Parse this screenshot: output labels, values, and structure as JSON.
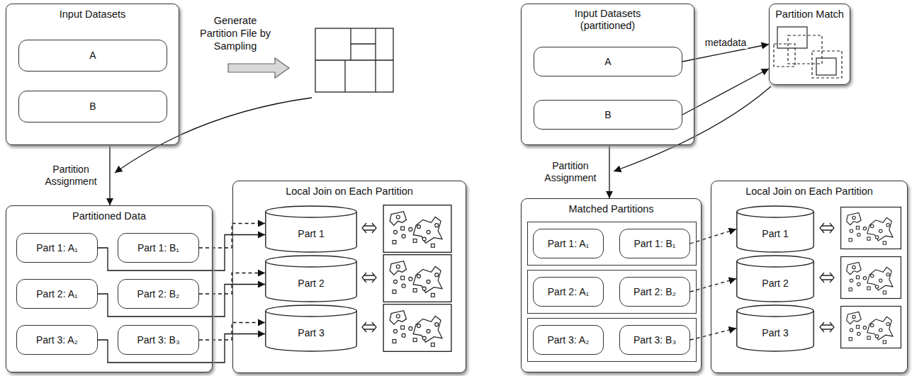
{
  "diagram": {
    "nodes": [
      {
        "text": [
          "Input Datasets"
        ]
      },
      {
        "text": [
          "A"
        ],
        "in": 0
      },
      {
        "text": [
          "B"
        ],
        "in": 0
      },
      {
        "text": [
          "Partitioned Data"
        ]
      },
      {
        "text": [
          "Part 1: A₁"
        ],
        "in": 3
      },
      {
        "text": [
          "Part 1: B₁"
        ],
        "in": 3
      },
      {
        "text": [
          "Part 2: A₁"
        ],
        "in": 3
      },
      {
        "text": [
          "Part 2: B₂"
        ],
        "in": 3
      },
      {
        "text": [
          "Part 3: A₂"
        ],
        "in": 3
      },
      {
        "text": [
          "Part 3: B₃"
        ],
        "in": 3
      },
      {
        "text": [
          "Local Join on Each Partition"
        ]
      },
      {
        "text": [
          "Part 1"
        ],
        "in": 10
      },
      {
        "text": [
          "Part 2"
        ],
        "in": 10
      },
      {
        "text": [
          "Part 3"
        ],
        "in": 10
      },
      {
        "text": [
          "Input Datasets (partitioned)"
        ]
      },
      {
        "text": [
          "A"
        ],
        "in": 14
      },
      {
        "text": [
          "B"
        ],
        "in": 14
      },
      {
        "text": [
          "Partition Match"
        ]
      },
      {
        "text": [
          "Matched Partitions"
        ]
      },
      {
        "text": [
          "Part 1: A₁"
        ],
        "in": 18
      },
      {
        "text": [
          "Part 1: B₁"
        ],
        "in": 18
      },
      {
        "text": [
          "Part 2: A₁"
        ],
        "in": 18
      },
      {
        "text": [
          "Part 2: B₂"
        ],
        "in": 18
      },
      {
        "text": [
          "Part 3: A₂"
        ],
        "in": 18
      },
      {
        "text": [
          "Part 3: B₃"
        ],
        "in": 18
      },
      {
        "text": [
          "Local Join on Each Partition"
        ]
      },
      {
        "text": [
          "Part 1"
        ],
        "in": 25
      },
      {
        "text": [
          "Part 2"
        ],
        "in": 25
      },
      {
        "text": [
          "Part 3"
        ],
        "in": 25
      }
    ],
    "edges": [
      {
        "from": 0,
        "to": 3,
        "label": "Partition Assignment",
        "arrow": "to"
      },
      {
        "from": 4,
        "to": 11,
        "arrow": "to"
      },
      {
        "from": 5,
        "to": 11,
        "arrow": "to"
      },
      {
        "from": 6,
        "to": 12,
        "arrow": "to"
      },
      {
        "from": 7,
        "to": 12,
        "arrow": "to"
      },
      {
        "from": 8,
        "to": 13,
        "arrow": "to"
      },
      {
        "from": 9,
        "to": 13,
        "arrow": "to"
      },
      {
        "from": 15,
        "to": 17,
        "label": "metadata",
        "arrow": "to"
      },
      {
        "from": 16,
        "to": 17,
        "arrow": "to"
      },
      {
        "from": 14,
        "to": 18,
        "label": "Partition Assignment",
        "arrow": "to"
      },
      {
        "from": 20,
        "to": 26,
        "arrow": "to"
      },
      {
        "from": 22,
        "to": 27,
        "arrow": "to"
      },
      {
        "from": 24,
        "to": 28,
        "arrow": "to"
      }
    ],
    "labels": [
      "Generate Partition File by Sampling"
    ]
  }
}
